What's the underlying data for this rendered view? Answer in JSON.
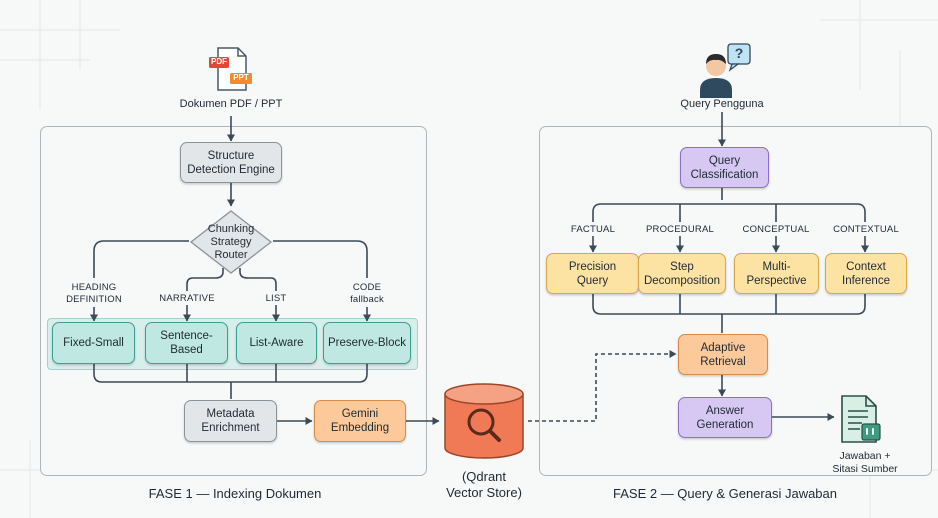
{
  "colors": {
    "gray": "#e3e6e8",
    "teal": "#bfe8e2",
    "orange": "#fbc99a",
    "yellow": "#fde3a3",
    "purple": "#d6c8f3",
    "arrow": "#3c4a55",
    "database": "#f07a56"
  },
  "phase1": {
    "title": "FASE 1 — Indexing Dokumen",
    "source_label": "Dokumen PDF / PPT",
    "pdf_badge": "PDF",
    "ppt_badge": "PPT",
    "structure_detection": "Structure\nDetection Engine",
    "router": "Chunking\nStrategy\nRouter",
    "branch_labels": {
      "heading": "HEADING\nDEFINITION",
      "narrative": "NARRATIVE",
      "list": "LIST",
      "code": "CODE\nfallback"
    },
    "chunkers": {
      "fixed_small": "Fixed-Small",
      "sentence_based": "Sentence-\nBased",
      "list_aware": "List-Aware",
      "preserve_block": "Preserve-Block"
    },
    "metadata": "Metadata\nEnrichment",
    "embedding": "Gemini\nEmbedding"
  },
  "vector_store": {
    "label": "(Qdrant\nVector Store)"
  },
  "phase2": {
    "title": "FASE 2 — Query & Generasi Jawaban",
    "user_label": "Query Pengguna",
    "user_bubble": "?",
    "classification": "Query\nClassification",
    "branch_labels": {
      "factual": "FACTUAL",
      "procedural": "PROCEDURAL",
      "conceptual": "CONCEPTUAL",
      "contextual": "CONTEXTUAL"
    },
    "strategies": {
      "precision": "Precision\nQuery",
      "step": "Step\nDecomposition",
      "multi": "Multi-\nPerspective",
      "context": "Context\nInference"
    },
    "retrieval": "Adaptive\nRetrieval",
    "answer": "Answer\nGeneration",
    "output_label": "Jawaban +\nSitasi Sumber",
    "output_icon": "document-quote-icon"
  }
}
